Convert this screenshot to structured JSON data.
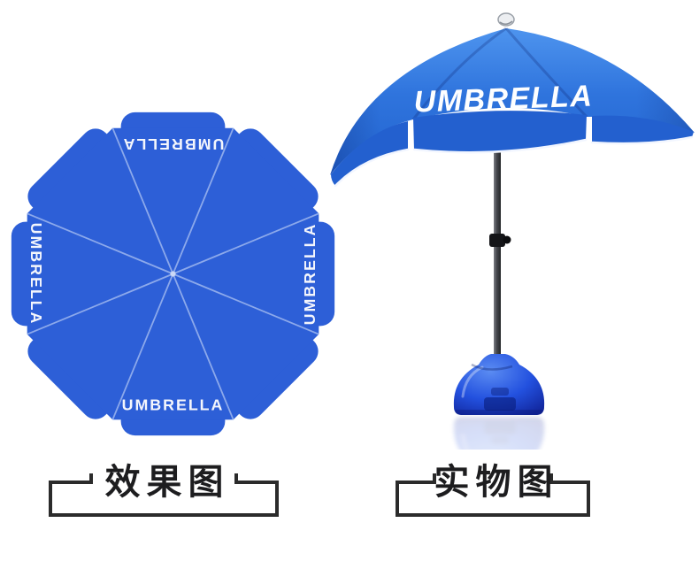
{
  "page": {
    "background": "#ffffff"
  },
  "effect_view": {
    "caption": "效果图",
    "brand_text": {
      "top": "UMBRELLA",
      "right": "UMBRELLA",
      "bottom": "UMBRELLA",
      "left": "UMBRELLA"
    },
    "colors": {
      "canopy": "#2d5fd7",
      "seam": "#9db6ef"
    }
  },
  "product_view": {
    "caption": "实物图",
    "brand_text": "UMBRELLA",
    "colors": {
      "canopy_top": "#4a8fec",
      "canopy_bottom": "#2363cf",
      "valance": "#2360cf",
      "trim": "#f2f6ff",
      "pole": "#3c3e42",
      "clamp": "#141518",
      "base": "#2250e0"
    }
  }
}
